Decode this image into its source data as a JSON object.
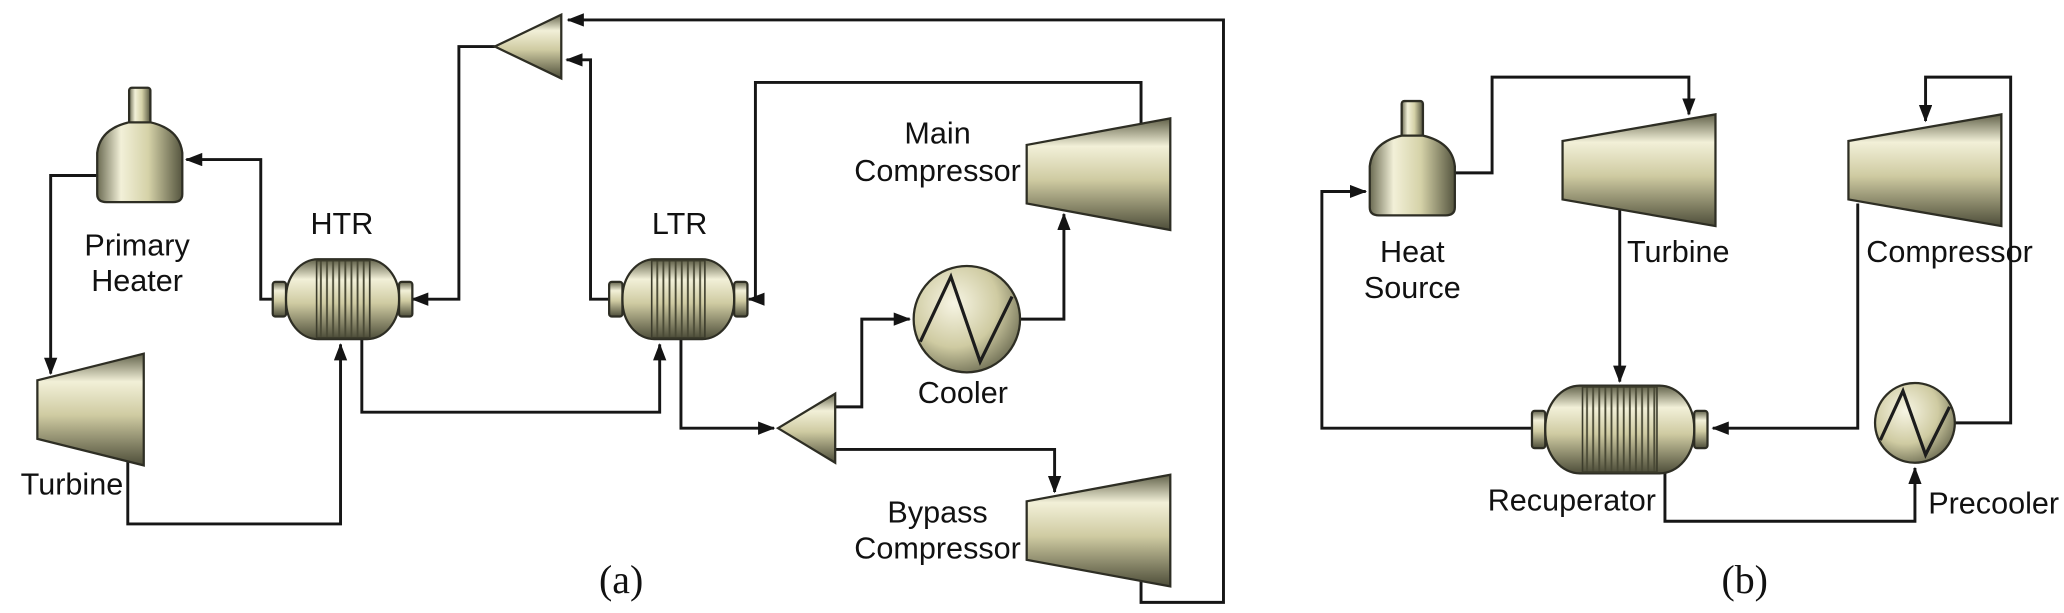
{
  "diagram_a": {
    "caption": "(a)",
    "labels": {
      "primary_heater_line1": "Primary",
      "primary_heater_line2": "Heater",
      "turbine": "Turbine",
      "htr": "HTR",
      "ltr": "LTR",
      "main_compressor_line1": "Main",
      "main_compressor_line2": "Compressor",
      "cooler": "Cooler",
      "bypass_compressor_line1": "Bypass",
      "bypass_compressor_line2": "Compressor"
    }
  },
  "diagram_b": {
    "caption": "(b)",
    "labels": {
      "heat_source_line1": "Heat",
      "heat_source_line2": "Source",
      "turbine": "Turbine",
      "compressor": "Compressor",
      "recuperator": "Recuperator",
      "precooler": "Precooler"
    }
  },
  "icons": {
    "vessel-icon": "dome-topped heater tank with neck",
    "heat-exchanger-icon": "horizontal drum with vertical tube stripes and end nubs",
    "turbomachine-icon": "tapered frustum (turbine/compressor)",
    "cooler-icon": "circle with zigzag heat-rejection line",
    "junction-icon": "solid triangle flow split/merge",
    "arrow-icon": "filled black arrowhead on flow lines"
  },
  "colors": {
    "background": "#ffffff",
    "flow_line": "#161616",
    "icon_highlight": "#f2f0d8",
    "icon_mid": "#cfcba2",
    "icon_shadow": "#55553e",
    "outline": "#2e2e24",
    "label_text": "#111111"
  }
}
